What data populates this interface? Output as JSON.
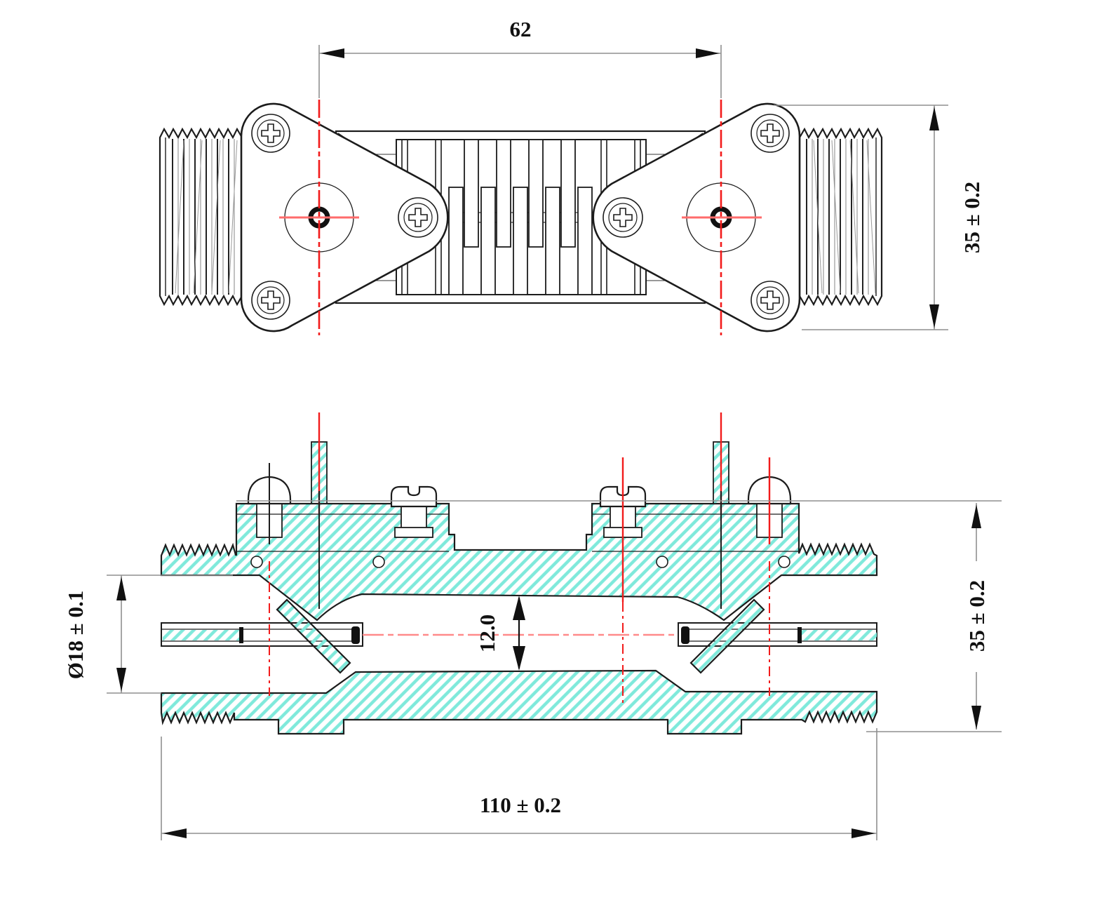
{
  "drawing": {
    "type": "technical-drawing",
    "component": "inline flow sensor body with threaded ports",
    "views": {
      "top_view": {
        "label": "top-exterior-view",
        "dimensions": {
          "plate_hole_spacing": "62",
          "outer_height": "35 ± 0.2"
        }
      },
      "section_view": {
        "label": "longitudinal-section-view",
        "dimensions": {
          "bore_diameter": "Ø18 ± 0.1",
          "channel_height": "12.0",
          "outer_height": "35 ± 0.2",
          "overall_length": "110 ± 0.2"
        }
      }
    },
    "colors": {
      "outline": "#1c1c1c",
      "hatch": "#7fe9db",
      "centerline_red": "#f21b1b",
      "centerline_pink": "#ff8a8a",
      "dimension_gray": "#8f8f8f",
      "text": "#111111"
    }
  }
}
